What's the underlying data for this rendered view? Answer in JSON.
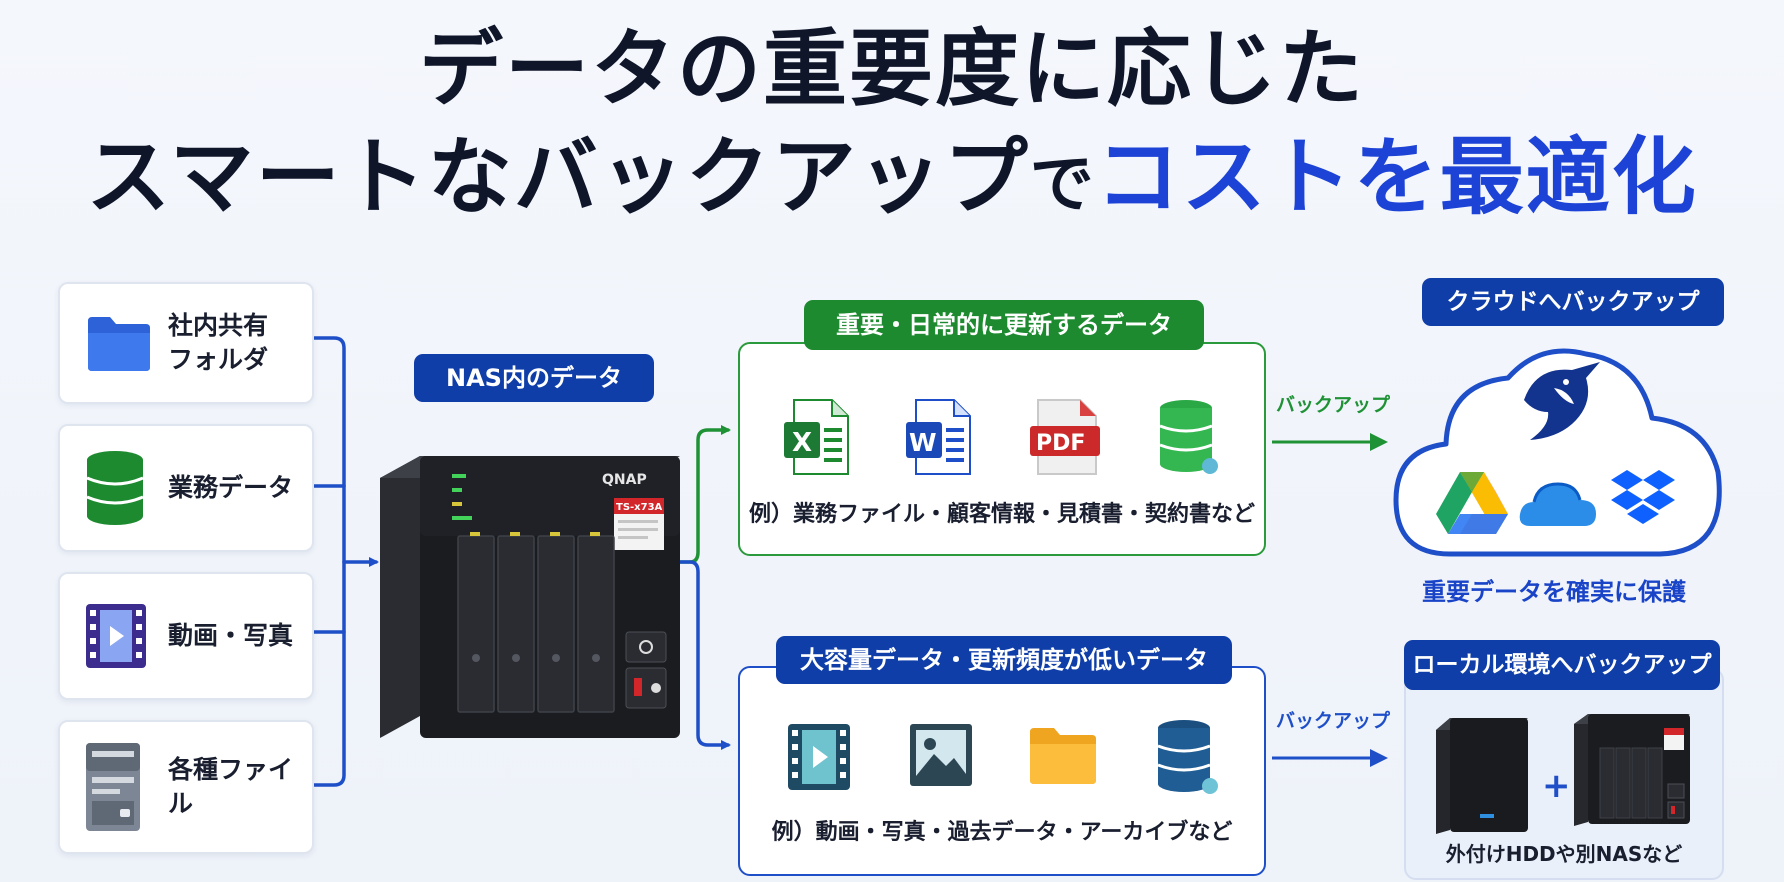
{
  "title": {
    "line1": "データの重要度に応じた",
    "line2_part1": "スマートなバックアップ",
    "line2_part2": "で",
    "line2_accent": "コストを最適化"
  },
  "sources": [
    {
      "label": "社内共有\nフォルダ",
      "icon": "folder-icon"
    },
    {
      "label": "業務データ",
      "icon": "database-icon"
    },
    {
      "label": "動画・写真",
      "icon": "video-icon"
    },
    {
      "label": "各種ファイル",
      "icon": "file-cabinet-icon"
    }
  ],
  "nas": {
    "pill": "NAS内のデータ",
    "brand": "QNAP",
    "model": "TS-x73A"
  },
  "important": {
    "pill": "重要・日常的に更新するデータ",
    "caption": "例）業務ファイル・顧客情報・見積書・契約書など",
    "icons": [
      "excel-icon",
      "word-icon",
      "pdf-icon",
      "database-icon"
    ],
    "excel_letter": "X",
    "word_letter": "W",
    "pdf_text": "PDF"
  },
  "large": {
    "pill": "大容量データ・更新頻度が低いデータ",
    "caption": "例）動画・写真・過去データ・アーカイブなど",
    "icons": [
      "video-icon",
      "image-icon",
      "folder-icon",
      "database-icon"
    ]
  },
  "arrows": {
    "backup_label_top": "バックアップ",
    "backup_label_bottom": "バックアップ"
  },
  "cloud": {
    "pill": "クラウドへバックアップ",
    "caption": "重要データを確実に保護",
    "icons": [
      "bird-logo-icon",
      "google-drive-icon",
      "onedrive-icon",
      "dropbox-icon"
    ]
  },
  "local": {
    "pill": "ローカル環境へバックアップ",
    "plus": "+",
    "caption": "外付けHDDや別NASなど"
  },
  "colors": {
    "title_dark": "#10162a",
    "accent_blue": "#1c43d6",
    "pill_blue": "#0f3ea8",
    "pill_green": "#1d8a2f",
    "arrow_green": "#1f9236",
    "arrow_blue": "#1e4fc8"
  }
}
